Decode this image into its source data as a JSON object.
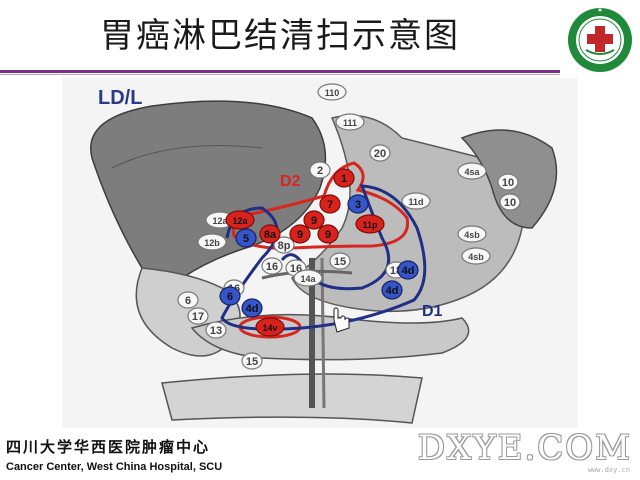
{
  "slide": {
    "title": "胃癌淋巴结清扫示意图"
  },
  "figure": {
    "corner_label": "LD/L",
    "d2_label": "D2",
    "d1_label": "D1",
    "colors": {
      "red_node": "#d9221c",
      "blue_node": "#3555c8",
      "red_line": "#d7261f",
      "blue_line": "#1f2f86",
      "organ_fill": "#c8c8c8",
      "organ_dark": "#6a6a6a"
    },
    "white_nodes": [
      "110",
      "111",
      "20",
      "2",
      "4sa",
      "10",
      "10",
      "11d",
      "12a",
      "12b",
      "16",
      "16",
      "15",
      "14a",
      "16",
      "18",
      "4sb",
      "4sb",
      "17",
      "13",
      "15",
      "8p",
      "6"
    ],
    "red_nodes": [
      "1",
      "7",
      "12a",
      "9",
      "8a",
      "9",
      "9",
      "11p",
      "14v"
    ],
    "blue_nodes": [
      "3",
      "5",
      "4d",
      "4d",
      "6",
      "4d"
    ]
  },
  "footer": {
    "cn": "四川大学华西医院肿瘤中心",
    "en": "Cancer Center, West China Hospital, SCU"
  },
  "watermark": {
    "text": "DXYE.COM",
    "small": "www.dxy.cn"
  }
}
